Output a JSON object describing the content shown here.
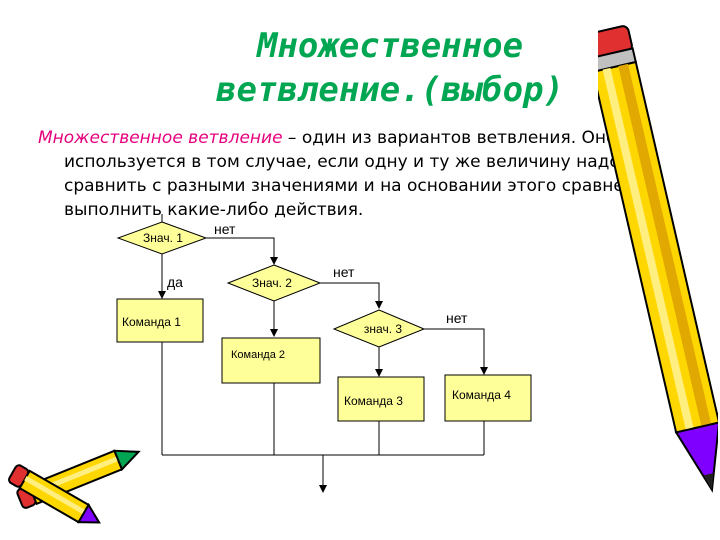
{
  "title": {
    "line1": "Множественное",
    "line2": "ветвление.(выбор)"
  },
  "intro": {
    "lead": "Множественное ветвление",
    "body": " – один из вариантов ветвления. Оно используется в том случае, если одну и ту же величину надо сравнить с разными значениями и на основании этого сравнения выполнить какие-либо действия."
  },
  "flowchart": {
    "decisions": [
      "Знач. 1",
      "Знач. 2",
      "знач. 3"
    ],
    "commands": [
      "Команда 1",
      "Команда 2",
      "Команда 3",
      "Команда 4"
    ],
    "yes_label": "да",
    "no_labels": [
      "нет",
      "нет",
      "нет"
    ],
    "fill_color": "#ffff99",
    "line_color": "#000000"
  },
  "colors": {
    "title": "#00a651",
    "lead": "#e6007e",
    "pencil_body": "#ffd700",
    "pencil_stripe": "#7f00ff",
    "pencil_eraser": "#e03030"
  },
  "icons": [
    "pencil-icon",
    "pencil-icon",
    "pencil-icon"
  ]
}
